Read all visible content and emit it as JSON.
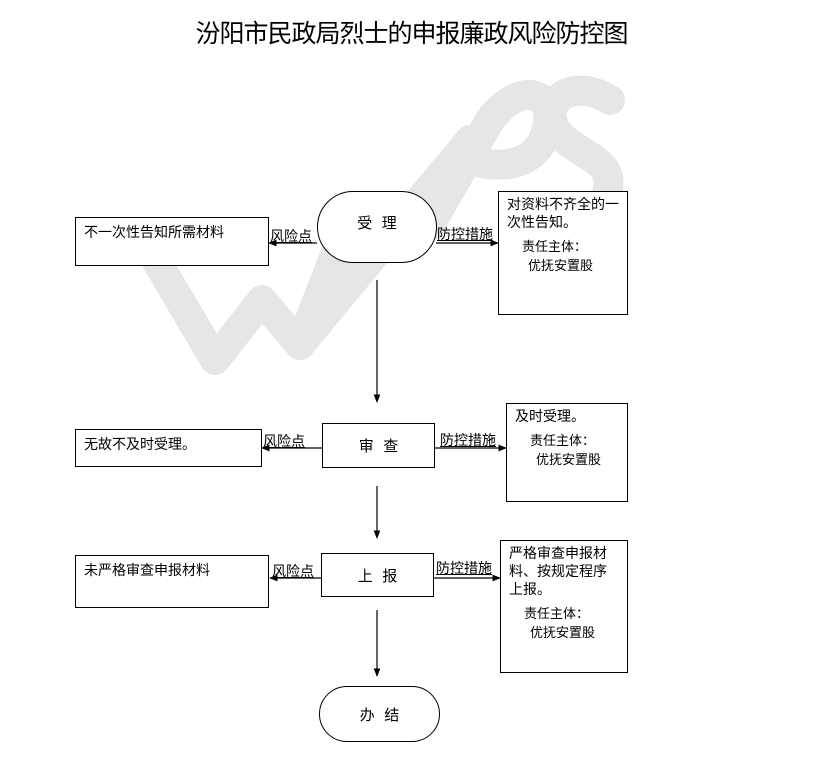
{
  "title": "汾阳市民政局烈士的申报廉政风险防控图",
  "labels": {
    "risk_point": "风险点",
    "control_measure": "防控措施"
  },
  "responsible": {
    "label": "责任主体：",
    "unit": "优抚安置股"
  },
  "steps": [
    {
      "node": "受  理",
      "risk": "不一次性告知所需材料",
      "measure": "对资料不齐全的一次性告知。"
    },
    {
      "node": "审  查",
      "risk": "无故不及时受理。",
      "measure": "及时受理。"
    },
    {
      "node": "上  报",
      "risk": "未严格审查申报材料",
      "measure": "严格审查申报材料、按规定程序上报。"
    }
  ],
  "end_node": "办  结",
  "watermark": "WPS"
}
